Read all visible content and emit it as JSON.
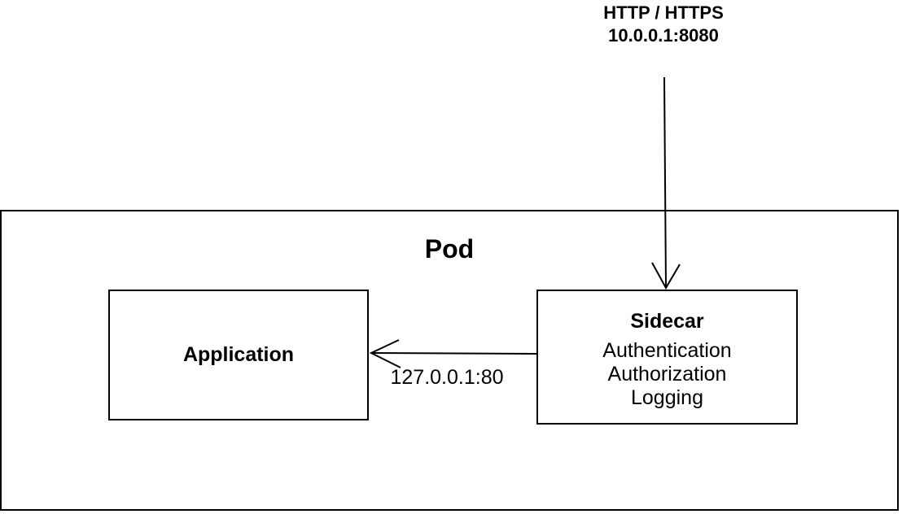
{
  "colors": {
    "background": "#ffffff",
    "stroke": "#000000",
    "text": "#000000"
  },
  "external": {
    "protocol": "HTTP / HTTPS",
    "address": "10.0.0.1:8080"
  },
  "pod": {
    "title": "Pod"
  },
  "application": {
    "title": "Application"
  },
  "sidecar": {
    "title": "Sidecar",
    "features": [
      "Authentication",
      "Authorization",
      "Logging"
    ]
  },
  "connection": {
    "address": "127.0.0.1:80"
  },
  "arrows": {
    "ingress": {
      "from": "external",
      "to": "sidecar",
      "direction": "down"
    },
    "local": {
      "from": "sidecar",
      "to": "application",
      "direction": "left"
    }
  }
}
